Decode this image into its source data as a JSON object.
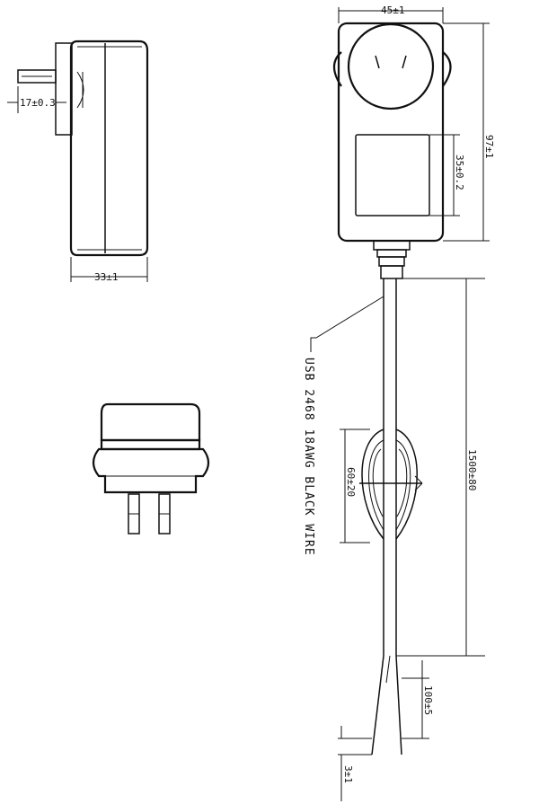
{
  "dimensions": {
    "plug_length": "17±0.3",
    "side_depth": "33±1",
    "body_width": "45±1",
    "body_height": "97±1",
    "label_height": "35±0.2",
    "coil_width": "60±20",
    "cable_length": "1500±80",
    "lead_split": "100±5",
    "lead_strip": "3±1"
  },
  "cable_note": "USB 2468 18AWG BLACK WIRE"
}
